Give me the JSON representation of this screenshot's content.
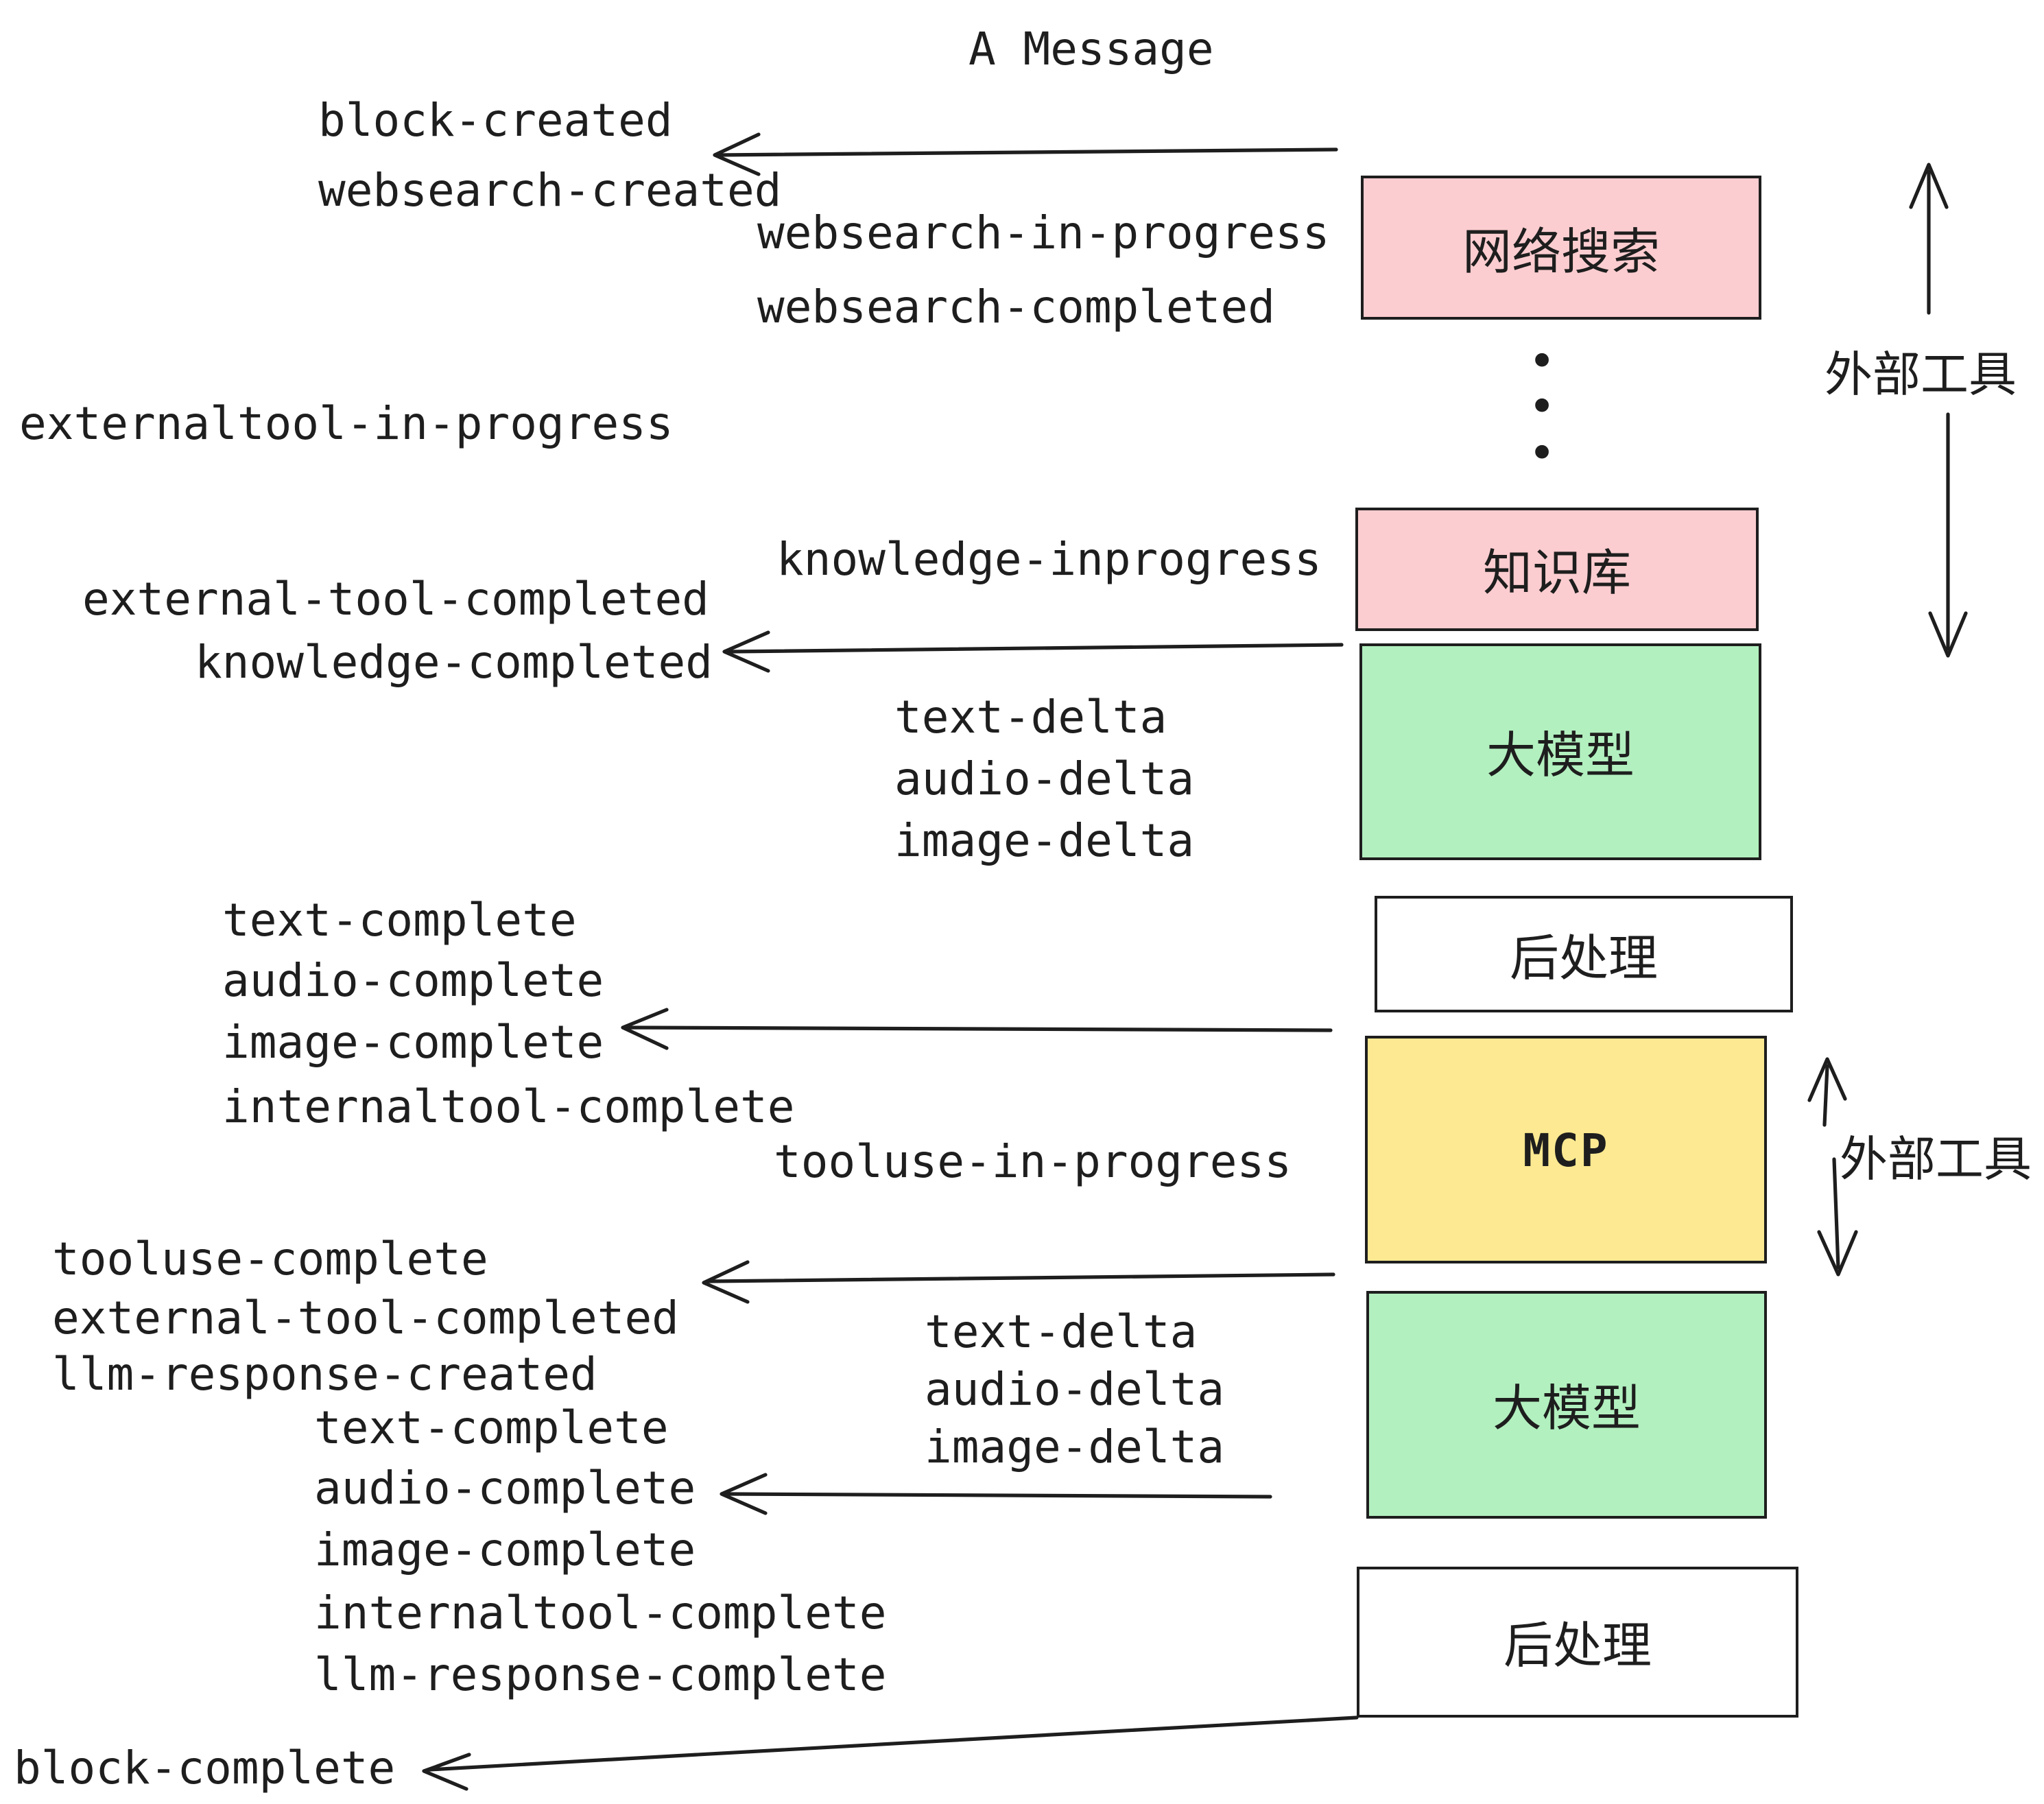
{
  "title": "A Message",
  "colors": {
    "ink": "#1e1e1e",
    "pink": "#fccdd0",
    "green": "#b2f0bf",
    "yellow": "#fce991",
    "white": "#ffffff"
  },
  "boxes": {
    "websearch": "网络搜索",
    "knowledge": "知识库",
    "llm1": "大模型",
    "post1": "后处理",
    "mcp": "MCP",
    "llm2": "大模型",
    "post2": "后处理"
  },
  "side_labels": {
    "external_tools_1": "外部工具",
    "external_tools_2": "外部工具"
  },
  "dots": "•\n•\n•",
  "events": {
    "block_created": "block-created",
    "websearch_created": "websearch-created",
    "websearch_in_progress": "websearch-in-progress",
    "websearch_completed": "websearch-completed",
    "externaltool_in_progress": "externaltool-in-progress",
    "knowledge_inprogress": "knowledge-inprogress",
    "external_tool_completed_1": "external-tool-completed",
    "knowledge_completed": "knowledge-completed",
    "text_delta_1": "text-delta",
    "audio_delta_1": "audio-delta",
    "image_delta_1": "image-delta",
    "text_complete_1": "text-complete",
    "audio_complete_1": "audio-complete",
    "image_complete_1": "image-complete",
    "internaltool_complete_1": "internaltool-complete",
    "tooluse_in_progress": "tooluse-in-progress",
    "tooluse_complete": "tooluse-complete",
    "external_tool_completed_2": "external-tool-completed",
    "llm_response_created": "llm-response-created",
    "text_delta_2": "text-delta",
    "audio_delta_2": "audio-delta",
    "image_delta_2": "image-delta",
    "text_complete_2": "text-complete",
    "audio_complete_2": "audio-complete",
    "image_complete_2": "image-complete",
    "internaltool_complete_2": "internaltool-complete",
    "llm_response_complete": "llm-response-complete",
    "block_complete": "block-complete"
  }
}
